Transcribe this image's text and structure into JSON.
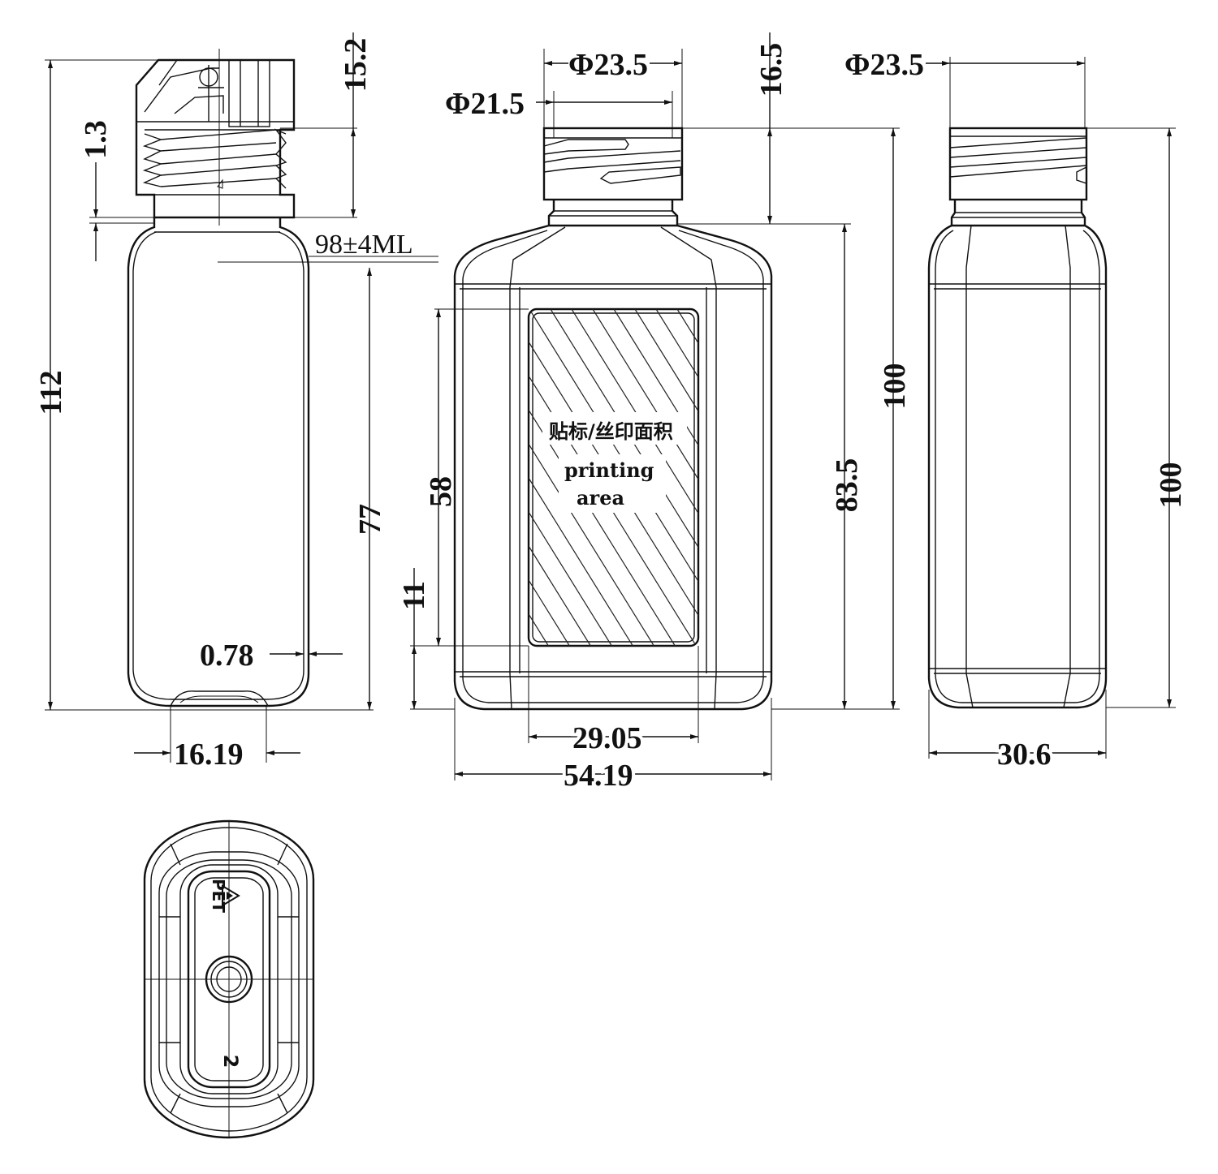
{
  "dimensions": {
    "side_total_height": "112",
    "side_thread_offset": "1.3",
    "side_cap_height": "15.2",
    "side_volume": "98±4ML",
    "side_body_height": "77",
    "side_wall": "0.78",
    "side_base_width": "16.19",
    "front_outer_dia": "Φ23.5",
    "front_inner_dia": "Φ21.5",
    "front_neck_height": "16.5",
    "front_total_height": "100",
    "front_shoulder_height": "83.5",
    "front_label_height": "58",
    "front_label_offset": "11",
    "front_label_width": "29.05",
    "front_width": "54.19",
    "right_outer_dia": "Φ23.5",
    "right_total_height": "100",
    "right_width": "30.6"
  },
  "label_area": {
    "chinese": "贴标/丝印面积",
    "english_line1": "printing",
    "english_line2": "area"
  },
  "bottom_marks": {
    "recycle_code": "PET",
    "cavity_number": "2"
  }
}
